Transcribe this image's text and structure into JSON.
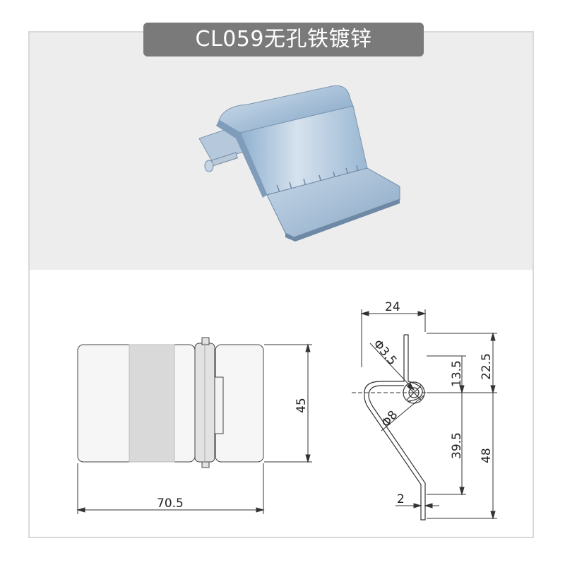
{
  "title": "CL059无孔铁镀锌",
  "drawing": {
    "width_label": "70.5",
    "height_label": "45",
    "side": {
      "top_width": "24",
      "pin_dia": "Φ3.5",
      "hole_dia": "Φ8",
      "dim_13_5": "13.5",
      "dim_22_5": "22.5",
      "dim_39_5": "39.5",
      "dim_48": "48",
      "thickness": "2"
    }
  },
  "colors": {
    "badge": "#7a7a7a",
    "photo_bg": "#ededed",
    "metal": "#a9c3dc"
  }
}
